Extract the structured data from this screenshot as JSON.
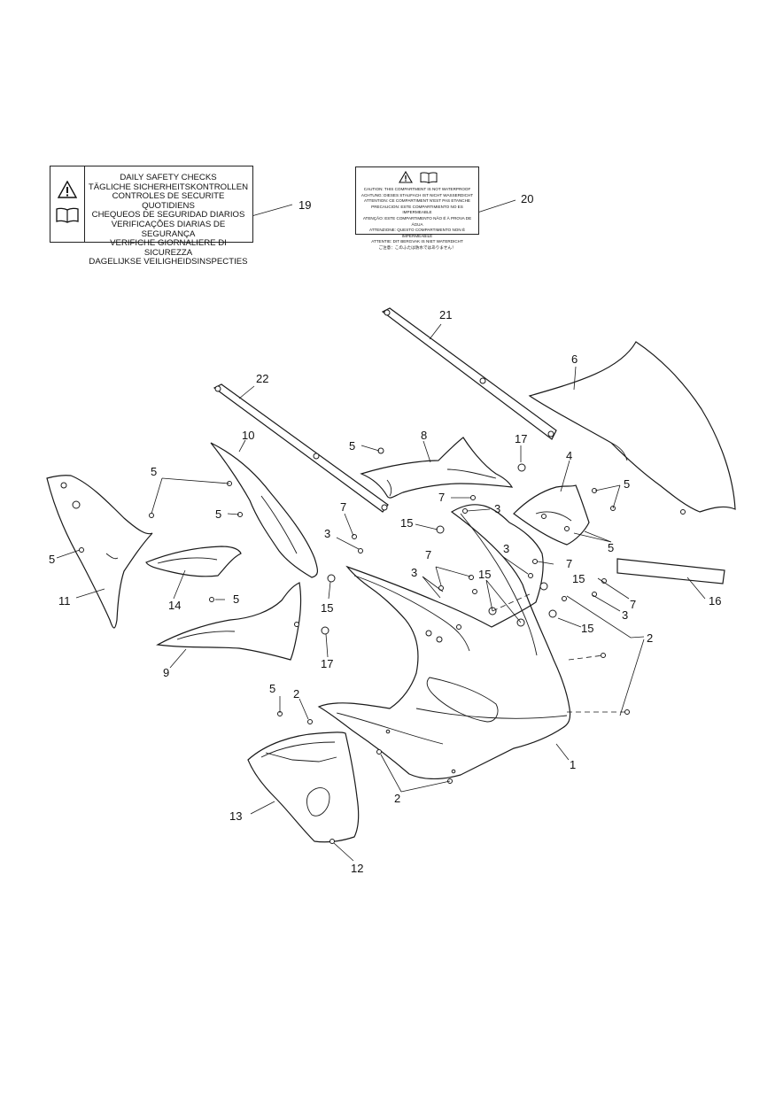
{
  "label_19": {
    "lines": [
      "DAILY SAFETY CHECKS",
      "TÄGLICHE SICHERHEITSKONTROLLEN",
      "CONTROLES DE SECURITE QUOTIDIENS",
      "CHEQUEOS DE SEGURIDAD DIARIOS",
      "VERIFICAÇÕES DIARIAS DE SEGURANÇA",
      "VERIFICHE GIORNALIERE DI SICUREZZA",
      "DAGELIJKSE VEILIGHEIDSINSPECTIES"
    ],
    "icons": [
      "warning-triangle-icon",
      "manual-book-icon"
    ]
  },
  "label_20": {
    "lines": [
      "CAUTION: THIS COMPARTMENT IS NOT WATERPROOF",
      "ACHTUNG: DIESES STAUFACH IST NICHT WASSERDICHT",
      "ATTENTION: CE COMPARTIMENT N'EST PAS ETANCHE",
      "PRECAUCION: ESTE COMPARTIMIENTO NO ES IMPERMEABLE",
      "ATENÇÃO: ESTE COMPARTIMENTO NÃO É À PROVA DE ÁGUA",
      "ATTENZIONE: QUESTO COMPARTIMENTO NON È IMPERMEABILE",
      "ATTENTIE: DIT BERGVAK IS NIET WATERDICHT",
      "ご注意：このふたは防水ではありません！"
    ],
    "icons": [
      "warning-triangle-icon",
      "manual-book-icon"
    ]
  },
  "callouts": [
    {
      "id": "c19",
      "text": "19"
    },
    {
      "id": "c20",
      "text": "20"
    },
    {
      "id": "c21",
      "text": "21"
    },
    {
      "id": "c22",
      "text": "22"
    },
    {
      "id": "c6",
      "text": "6"
    },
    {
      "id": "c10",
      "text": "10"
    },
    {
      "id": "c8",
      "text": "8"
    },
    {
      "id": "c17a",
      "text": "17"
    },
    {
      "id": "c5a",
      "text": "5"
    },
    {
      "id": "c4",
      "text": "4"
    },
    {
      "id": "c5b",
      "text": "5"
    },
    {
      "id": "c5c",
      "text": "5"
    },
    {
      "id": "c5d",
      "text": "5"
    },
    {
      "id": "c7a",
      "text": "7"
    },
    {
      "id": "c3a",
      "text": "3"
    },
    {
      "id": "c7b",
      "text": "7"
    },
    {
      "id": "c3b",
      "text": "3"
    },
    {
      "id": "c15a",
      "text": "15"
    },
    {
      "id": "c3c",
      "text": "3"
    },
    {
      "id": "c7c",
      "text": "7"
    },
    {
      "id": "c5e",
      "text": "5"
    },
    {
      "id": "c5f",
      "text": "5"
    },
    {
      "id": "c11",
      "text": "11"
    },
    {
      "id": "c14",
      "text": "14"
    },
    {
      "id": "c5g",
      "text": "5"
    },
    {
      "id": "c15b",
      "text": "15"
    },
    {
      "id": "c7d",
      "text": "7"
    },
    {
      "id": "c3d",
      "text": "3"
    },
    {
      "id": "c15c",
      "text": "15"
    },
    {
      "id": "c15d",
      "text": "15"
    },
    {
      "id": "c7e",
      "text": "7"
    },
    {
      "id": "c3e",
      "text": "3"
    },
    {
      "id": "c15e",
      "text": "15"
    },
    {
      "id": "c16",
      "text": "16"
    },
    {
      "id": "c2a",
      "text": "2"
    },
    {
      "id": "c9",
      "text": "9"
    },
    {
      "id": "c17b",
      "text": "17"
    },
    {
      "id": "c5h",
      "text": "5"
    },
    {
      "id": "c2b",
      "text": "2"
    },
    {
      "id": "c1",
      "text": "1"
    },
    {
      "id": "c13",
      "text": "13"
    },
    {
      "id": "c2c",
      "text": "2"
    },
    {
      "id": "c12",
      "text": "12"
    }
  ]
}
